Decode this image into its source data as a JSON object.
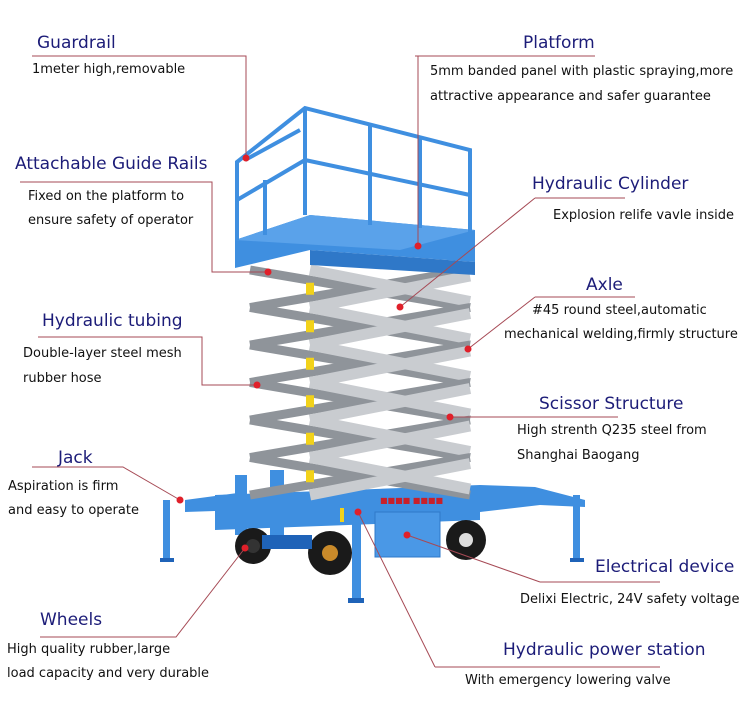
{
  "colors": {
    "title": "#1c1c78",
    "text": "#111111",
    "leader": "#a64a55",
    "marker": "#e0202a",
    "frame_blue": "#3f8fe0",
    "frame_dark": "#1f63b8",
    "steel": "#c9ccd0",
    "yellow": "#f2d21a"
  },
  "callouts": [
    {
      "id": "guardrail",
      "title": "Guardrail",
      "desc": [
        "1meter high,removable"
      ]
    },
    {
      "id": "platform",
      "title": "Platform",
      "desc": [
        "5mm banded panel with plastic spraying,more",
        "attractive appearance and safer guarantee"
      ]
    },
    {
      "id": "guide-rails",
      "title": "Attachable Guide Rails",
      "desc": [
        "Fixed on the platform to",
        "ensure safety of operator"
      ]
    },
    {
      "id": "hydraulic-cylinder",
      "title": "Hydraulic Cylinder",
      "desc": [
        "Explosion relife vavle inside"
      ]
    },
    {
      "id": "axle",
      "title": "Axle",
      "desc": [
        "#45 round steel,automatic",
        "mechanical welding,firmly structure"
      ]
    },
    {
      "id": "hydraulic-tubing",
      "title": "Hydraulic tubing",
      "desc": [
        "Double-layer steel mesh",
        "rubber hose"
      ]
    },
    {
      "id": "scissor-structure",
      "title": "Scissor Structure",
      "desc": [
        "High strenth Q235 steel from",
        "Shanghai Baogang"
      ]
    },
    {
      "id": "jack",
      "title": "Jack",
      "desc": [
        "Aspiration is firm",
        "and easy to operate"
      ]
    },
    {
      "id": "electrical-device",
      "title": "Electrical device",
      "desc": [
        "Delixi Electric, 24V safety voltage"
      ]
    },
    {
      "id": "wheels",
      "title": "Wheels",
      "desc": [
        "High quality rubber,large",
        "load capacity and very durable"
      ]
    },
    {
      "id": "power-station",
      "title": "Hydraulic power station",
      "desc": [
        "With emergency lowering valve"
      ]
    }
  ]
}
